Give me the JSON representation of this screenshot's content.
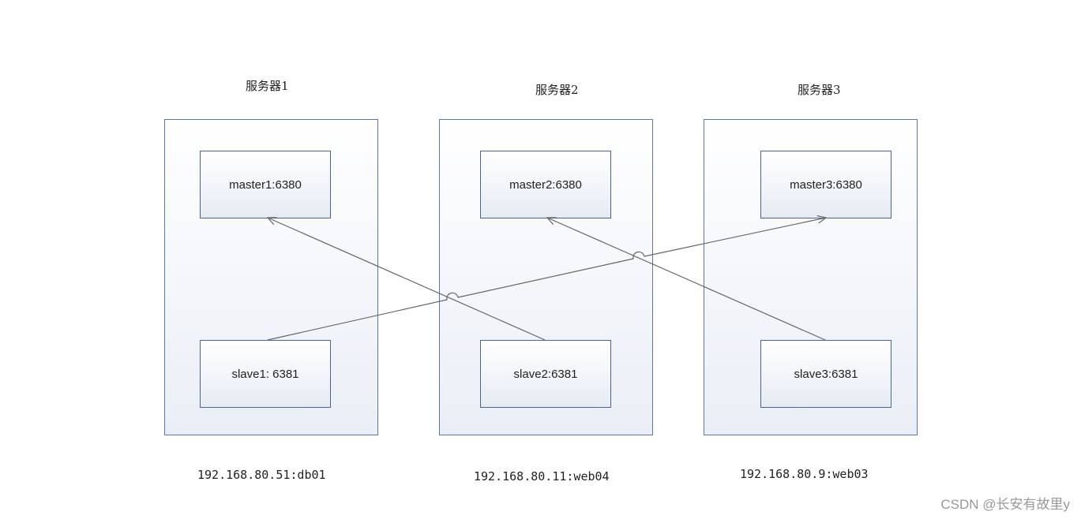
{
  "servers": [
    {
      "title": "服务器1",
      "master": "master1:6380",
      "slave": "slave1: 6381",
      "ip": "192.168.80.51:db01"
    },
    {
      "title": "服务器2",
      "master": "master2:6380",
      "slave": "slave2:6381",
      "ip": "192.168.80.11:web04"
    },
    {
      "title": "服务器3",
      "master": "master3:6380",
      "slave": "slave3:6381",
      "ip": "192.168.80.9:web03"
    }
  ],
  "links": [
    {
      "from": "slave1",
      "to": "master3"
    },
    {
      "from": "slave2",
      "to": "master1"
    },
    {
      "from": "slave3",
      "to": "master2"
    }
  ],
  "watermark": "CSDN @长安有故里y",
  "colors": {
    "server_border": "#5b78a8",
    "node_border": "#48658f",
    "link": "#666666"
  }
}
